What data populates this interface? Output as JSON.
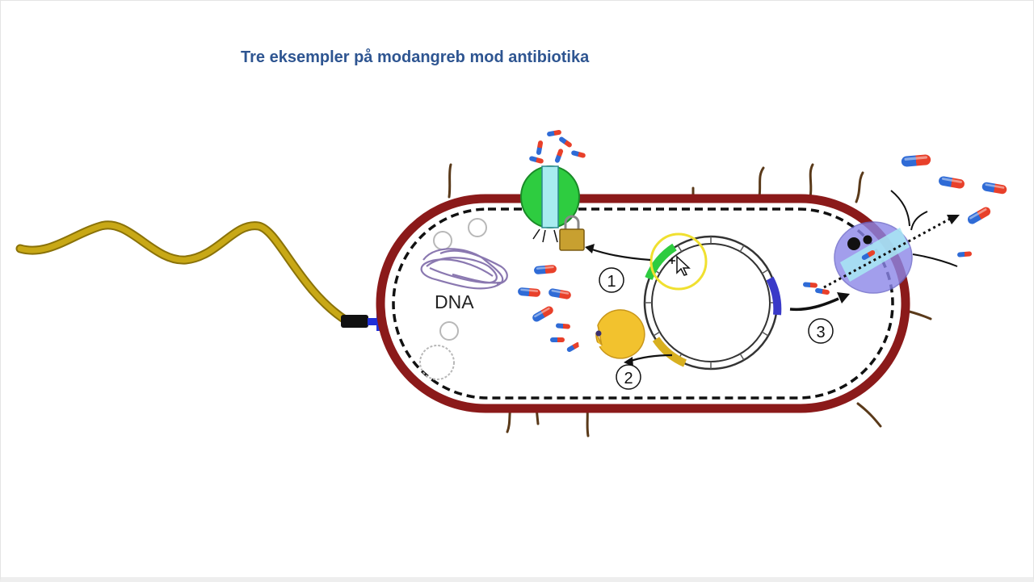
{
  "slide": {
    "title": "Tre eksempler på modangreb mod antibiotika"
  },
  "diagram": {
    "dna_label": "DNA",
    "markers": [
      "1",
      "2",
      "3"
    ]
  },
  "colors": {
    "cell_wall": "#8b1a1a",
    "flagellum": "#b89a12",
    "pump_channel": "#2ecc40",
    "enzyme": "#f2c22e",
    "efflux_pump": "#8b86e8",
    "pill_red": "#e8402a",
    "pill_blue": "#2f6bd6",
    "title": "#2e5591"
  },
  "icons": [
    "padlock-icon",
    "gear-icon",
    "cursor-pointer-icon"
  ]
}
